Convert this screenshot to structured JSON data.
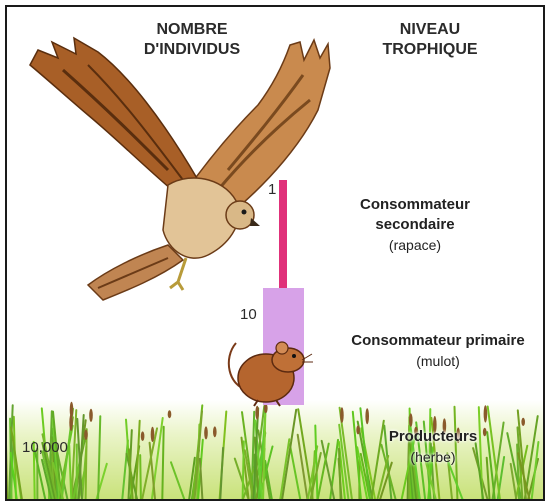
{
  "headers": {
    "count": "NOMBRE\nD'INDIVIDUS",
    "level": "NIVEAU\nTROPHIQUE"
  },
  "levels": [
    {
      "id": "secondary",
      "count": "1",
      "value": 1,
      "name": "Consommateur\nsecondaire",
      "example": "(rapace)",
      "color": "#e0317a"
    },
    {
      "id": "primary",
      "count": "10",
      "value": 10,
      "name": "Consommateur primaire",
      "example": "(mulot)",
      "color": "#d7a2e8"
    },
    {
      "id": "producer",
      "count": "10,000",
      "value": 10000,
      "name": "Producteurs",
      "example": "(herbe)",
      "color": "#a8d838"
    }
  ],
  "illustrations": {
    "predator": "hawk-illustration",
    "prey": "mouse-illustration",
    "plants": "grass-illustration"
  }
}
